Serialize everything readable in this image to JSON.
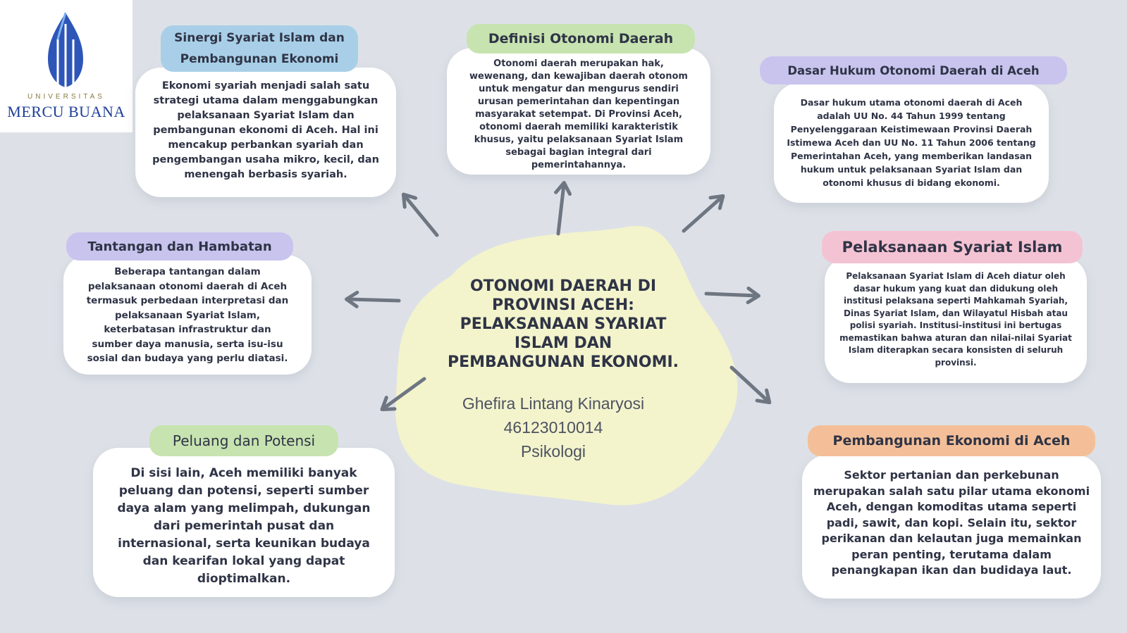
{
  "logo": {
    "sub": "UNIVERSITAS",
    "main": "MERCU BUANA",
    "colors": {
      "blue": "#1f3f99",
      "gold": "#8a7a3a"
    }
  },
  "center": {
    "title_lines": [
      "OTONOMI DAERAH DI",
      "PROVINSI ACEH:",
      "PELAKSANAAN SYARIAT",
      "ISLAM DAN",
      "PEMBANGUNAN EKONOMI."
    ],
    "author": "Ghefira Lintang Kinaryosi",
    "nim": "46123010014",
    "program": "Psikologi",
    "blob_color": "#f3f4cc"
  },
  "nodes": {
    "sinergi": {
      "title_lines": [
        "Sinergi Syariat Islam dan",
        "Pembangunan Ekonomi"
      ],
      "body_lines": [
        "Ekonomi syariah menjadi salah satu",
        "strategi utama dalam menggabungkan",
        "pelaksanaan Syariat Islam dan",
        "pembangunan ekonomi di Aceh. Hal ini",
        "mencakup perbankan syariah dan",
        "pengembangan usaha mikro, kecil, dan",
        "menengah berbasis syariah."
      ],
      "color": "#a9cfe8"
    },
    "definisi": {
      "title_lines": [
        "Definisi Otonomi Daerah"
      ],
      "body_lines": [
        "Otonomi daerah merupakan hak,",
        "wewenang, dan kewajiban daerah otonom",
        "untuk mengatur dan mengurus sendiri",
        "urusan pemerintahan dan kepentingan",
        "masyarakat setempat. Di Provinsi Aceh,",
        "otonomi daerah memiliki karakteristik",
        "khusus, yaitu pelaksanaan Syariat Islam",
        "sebagai bagian integral dari",
        "pemerintahannya."
      ],
      "color": "#c7e3b0"
    },
    "dasar": {
      "title_lines": [
        "Dasar Hukum Otonomi Daerah di Aceh"
      ],
      "body_lines": [
        "Dasar hukum utama otonomi daerah di Aceh",
        "adalah UU No. 44 Tahun 1999 tentang",
        "Penyelenggaraan Keistimewaan Provinsi Daerah",
        "Istimewa Aceh dan UU No. 11 Tahun 2006 tentang",
        "Pemerintahan Aceh, yang memberikan landasan",
        "hukum untuk pelaksanaan Syariat Islam dan",
        "otonomi khusus di bidang ekonomi."
      ],
      "color": "#c8c4ee"
    },
    "tantangan": {
      "title_lines": [
        "Tantangan dan Hambatan"
      ],
      "body_lines": [
        "Beberapa tantangan dalam",
        "pelaksanaan otonomi daerah di Aceh",
        "termasuk perbedaan interpretasi dan",
        "pelaksanaan Syariat Islam,",
        "keterbatasan infrastruktur dan",
        "sumber daya manusia, serta isu-isu",
        "sosial dan budaya yang perlu diatasi."
      ],
      "color": "#c8c4ee"
    },
    "pelaksanaan": {
      "title_lines": [
        "Pelaksanaan Syariat Islam"
      ],
      "body_lines": [
        "Pelaksanaan Syariat Islam di Aceh diatur oleh",
        "dasar hukum yang kuat dan didukung oleh",
        "institusi pelaksana seperti Mahkamah Syariah,",
        "Dinas Syariat Islam, dan Wilayatul Hisbah atau",
        "polisi syariah. Institusi-institusi ini bertugas",
        "memastikan bahwa aturan dan nilai-nilai Syariat",
        "Islam diterapkan secara konsisten di seluruh",
        "provinsi."
      ],
      "color": "#f4c3d3"
    },
    "peluang": {
      "title_lines": [
        "Peluang dan Potensi"
      ],
      "body_lines": [
        "Di sisi lain, Aceh memiliki banyak",
        "peluang dan potensi, seperti sumber",
        "daya alam yang melimpah, dukungan",
        "dari pemerintah pusat dan",
        "internasional, serta keunikan budaya",
        "dan kearifan lokal yang dapat",
        "dioptimalkan."
      ],
      "color": "#c7e3b0"
    },
    "pembangunan": {
      "title_lines": [
        "Pembangunan Ekonomi di Aceh"
      ],
      "body_lines": [
        "Sektor pertanian dan perkebunan",
        "merupakan salah satu pilar utama ekonomi",
        "Aceh, dengan komoditas utama seperti",
        "padi, sawit, dan kopi. Selain itu, sektor",
        "perikanan dan kelautan juga memainkan",
        "peran penting, terutama dalam",
        "penangkapan ikan dan budidaya laut."
      ],
      "color": "#f4bf98"
    }
  },
  "arrow_color": "#6e7682"
}
